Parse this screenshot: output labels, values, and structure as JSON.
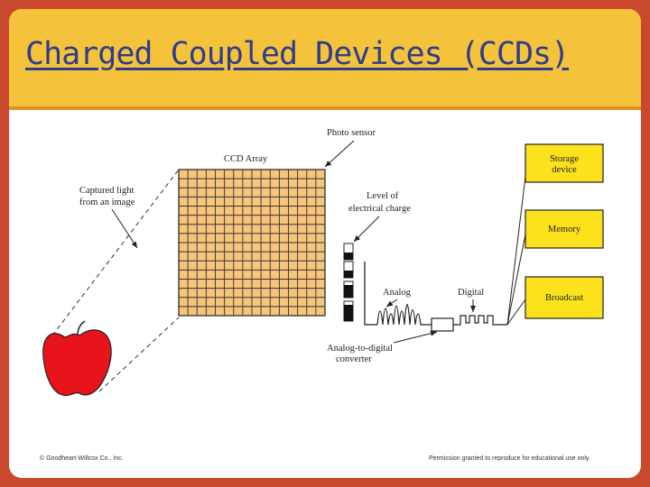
{
  "slide": {
    "title": "Charged Coupled Devices (CCDs)"
  },
  "diagram": {
    "labels": {
      "photo_sensor": "Photo sensor",
      "ccd_array": "CCD Array",
      "captured_light_1": "Captured light",
      "captured_light_2": "from an image",
      "level_1": "Level of",
      "level_2": "electrical charge",
      "analog": "Analog",
      "digital": "Digital",
      "adc_1": "Analog-to-digital",
      "adc_2": "converter"
    },
    "boxes": {
      "storage_1": "Storage",
      "storage_2": "device",
      "memory": "Memory",
      "broadcast": "Broadcast"
    },
    "colors": {
      "grid_fill": "#f6c47a",
      "box_fill": "#fbe21c",
      "apple": "#e8141c"
    }
  },
  "footer": {
    "left": "© Goodheart-Willcox Co., Inc.",
    "right": "Permission granted to reproduce for educational use only."
  }
}
